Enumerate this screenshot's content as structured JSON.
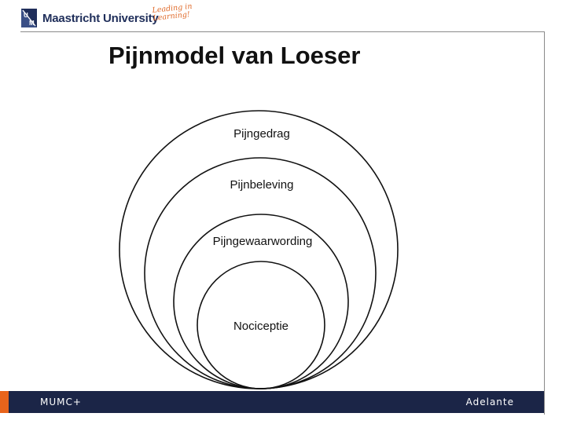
{
  "header": {
    "logo_text": "Maastricht University",
    "tagline": "Leading in Learning!",
    "brand_navy": "#1f2e5a",
    "brand_orange": "#e06a2a"
  },
  "diagram": {
    "title": "Pijnmodel van Loeser",
    "layers": [
      "Pijngedrag",
      "Pijnbeleving",
      "Pijngewaarwording",
      "Nociceptie"
    ]
  },
  "footer": {
    "left": "MUMC+",
    "right": "Adelante",
    "bar_color": "#1b2547",
    "accent_color": "#e8641b"
  }
}
